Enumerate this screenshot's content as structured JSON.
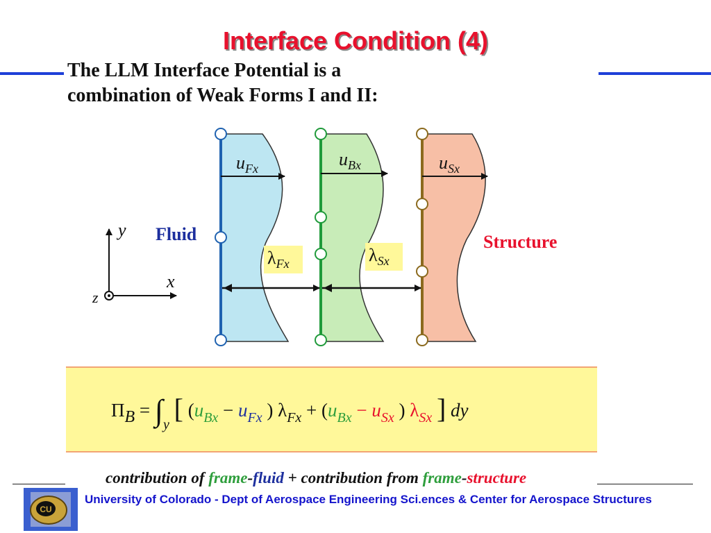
{
  "title": "Interface Condition (4)",
  "intro": {
    "line1": "The LLM Interface Potential is a",
    "line2": "combination of Weak Forms I and II:"
  },
  "diagram": {
    "labels": {
      "fluid": "Fluid",
      "structure": "Structure",
      "u_fx_main": "u",
      "u_fx_sub": "Fx",
      "u_bx_main": "u",
      "u_bx_sub": "Bx",
      "u_sx_main": "u",
      "u_sx_sub": "Sx",
      "lambda_fx_main": "λ",
      "lambda_fx_sub": "Fx",
      "lambda_sx_main": "λ",
      "lambda_sx_sub": "Sx",
      "axis_y": "y",
      "axis_x": "x",
      "axis_z": "z"
    },
    "colors": {
      "fluid_fill": "#bde6f2",
      "fluid_line": "#1f62b0",
      "frame_fill": "#c8ecb8",
      "frame_line": "#1f9a3a",
      "structure_fill": "#f7bfa6",
      "structure_line": "#8b6a1e",
      "label_highlight": "#fff89a",
      "fluid_label": "#1d2f9e",
      "structure_label": "#e8112d"
    }
  },
  "formula": {
    "pi": "Π",
    "pi_sub": "B",
    "equals": " = ",
    "integral": "∫",
    "int_sub": "y",
    "lbracket": "[",
    "p1_open": " (",
    "u1": "u",
    "u1_sub": "Bx",
    "minus1": " −  ",
    "u2": "u",
    "u2_sub": "Fx",
    "p1_close": " ) ",
    "lam1": "λ",
    "lam1_sub": "Fx",
    "plus": "  + (",
    "u3": "u",
    "u3_sub": "Bx",
    "minus2": " − ",
    "u4": "u",
    "u4_sub": "Sx",
    "p2_close": " ) ",
    "lam2": "λ",
    "lam2_sub": "Sx",
    "rbracket": "]",
    "dy": " dy"
  },
  "caption": {
    "part1": "contribution of ",
    "frame1": "frame",
    "dash1": "-",
    "fluid": "fluid",
    "part2": "  + contribution from ",
    "frame2": "frame",
    "dash2": "-",
    "structure": "structure"
  },
  "footer": {
    "text": "University of Colorado - Dept of Aerospace Engineering Sci.ences & Center for Aerospace Structures",
    "logo_monogram": "CU"
  }
}
